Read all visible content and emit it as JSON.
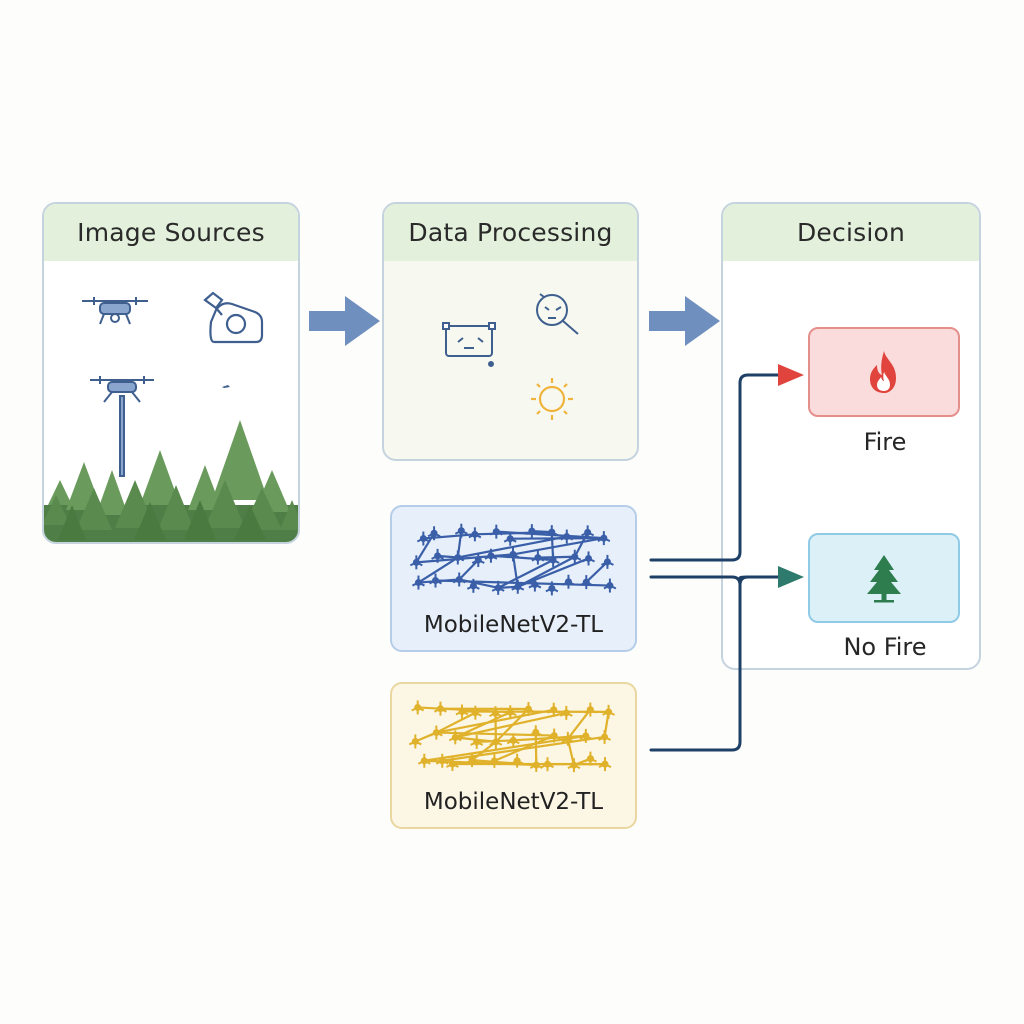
{
  "panels": {
    "sources": {
      "title": "Image Sources"
    },
    "processing": {
      "title": "Data Processing"
    },
    "decision": {
      "title": "Decision"
    }
  },
  "models": [
    {
      "label": "MobileNetV2-TL",
      "color": "#3a5fa8"
    },
    {
      "label": "MobileNetV2-TL",
      "color": "#e0b22c"
    }
  ],
  "outcomes": {
    "fire": {
      "label": "Fire",
      "color": "#e0443c"
    },
    "no_fire": {
      "label": "No Fire",
      "color": "#2e7d4f"
    }
  },
  "icons": [
    "drone-icon",
    "camera-icon",
    "tower-drone-icon",
    "forest-icon",
    "image-frame-icon",
    "lens-icon",
    "sun-icon",
    "flame-icon",
    "tree-icon",
    "arrow-right-icon"
  ],
  "colors": {
    "arrow": "#6f8fbf",
    "connector": "#1e3f66",
    "panel_header": "#e3f1dc"
  }
}
